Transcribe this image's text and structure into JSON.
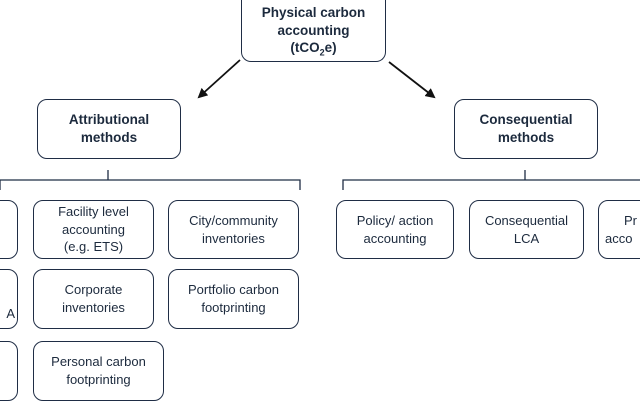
{
  "root": {
    "line1": "Physical carbon",
    "line2": "accounting",
    "unit_prefix": "(tCO",
    "unit_sub": "2",
    "unit_suffix": "e)"
  },
  "attributional": {
    "label": "Attributional\nmethods"
  },
  "consequential": {
    "label": "Consequential\nmethods"
  },
  "attributional_items": {
    "facility": "Facility level\naccounting\n(e.g. ETS)",
    "city": "City/community\ninventories",
    "corporate": "Corporate\ninventories",
    "portfolio": "Portfolio carbon\nfootprinting",
    "personal": "Personal carbon\nfootprinting",
    "partial_mid_fragment": "A"
  },
  "consequential_items": {
    "policy": "Policy/ action\naccounting",
    "lca": "Consequential\nLCA",
    "partial_right_line1": "Pr",
    "partial_right_line2": "acco"
  }
}
